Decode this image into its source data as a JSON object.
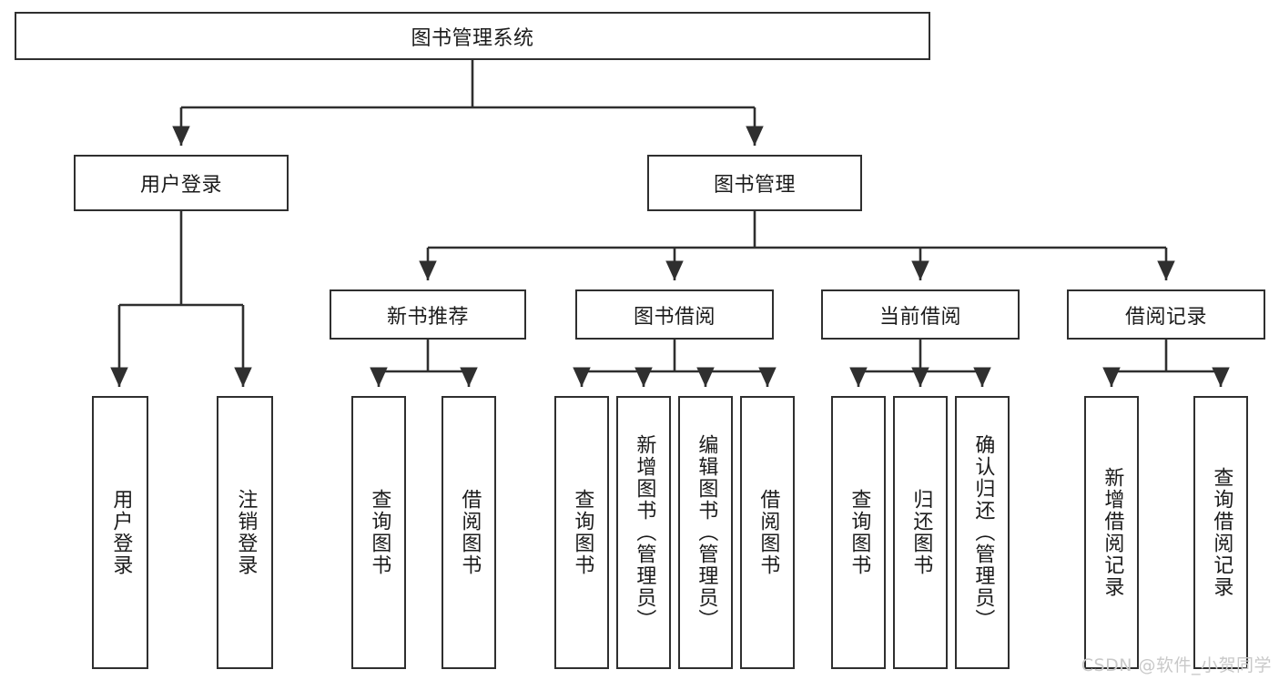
{
  "diagram": {
    "title": "图书管理系统",
    "type": "tree",
    "root": {
      "label": "图书管理系统"
    },
    "level2": [
      {
        "label": "用户登录"
      },
      {
        "label": "图书管理"
      }
    ],
    "level3": [
      {
        "label": "新书推荐"
      },
      {
        "label": "图书借阅"
      },
      {
        "label": "当前借阅"
      },
      {
        "label": "借阅记录"
      }
    ],
    "leaves": {
      "user_login": [
        {
          "label": "用户登录"
        },
        {
          "label": "注销登录"
        }
      ],
      "new_book_recommend": [
        {
          "label": "查询图书"
        },
        {
          "label": "借阅图书"
        }
      ],
      "book_borrow": [
        {
          "label": "查询图书"
        },
        {
          "label": "新增图书（管理员）"
        },
        {
          "label": "编辑图书（管理员）"
        },
        {
          "label": "借阅图书"
        }
      ],
      "current_borrow": [
        {
          "label": "查询图书"
        },
        {
          "label": "归还图书"
        },
        {
          "label": "确认归还（管理员）"
        }
      ],
      "borrow_record": [
        {
          "label": "新增借阅记录"
        },
        {
          "label": "查询借阅记录"
        }
      ]
    }
  },
  "watermark": {
    "text": "CSDN @软件_小贺同学"
  },
  "colors": {
    "stroke": "#2f2f2f",
    "fill": "#ffffff",
    "text": "#1b1b1b",
    "watermark": "#c9c9c9"
  }
}
